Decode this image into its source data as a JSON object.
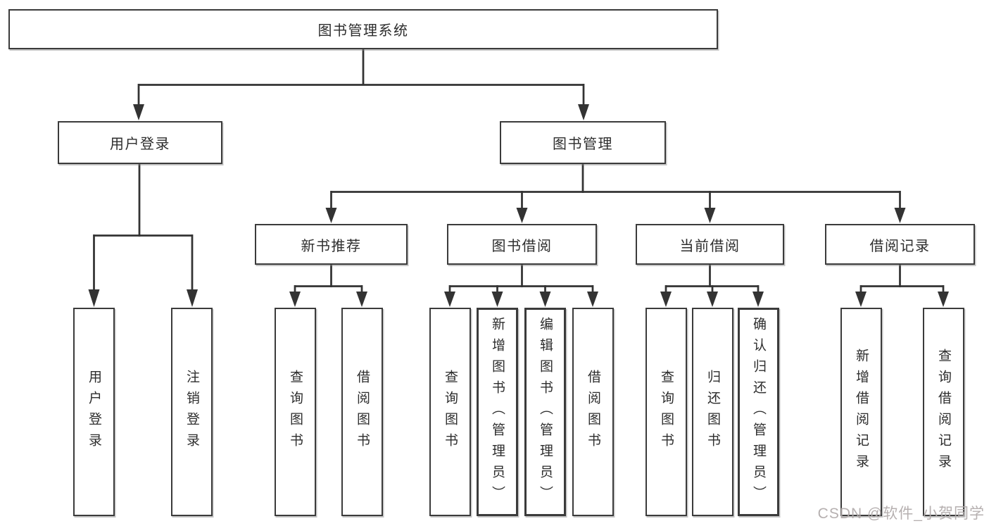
{
  "diagram": {
    "root": {
      "label": "图书管理系统"
    },
    "level2": {
      "user_login": {
        "label": "用户登录"
      },
      "book_mgmt": {
        "label": "图书管理"
      }
    },
    "level3": {
      "recommend": {
        "label": "新书推荐"
      },
      "borrowing": {
        "label": "图书借阅"
      },
      "current": {
        "label": "当前借阅"
      },
      "records": {
        "label": "借阅记录"
      }
    },
    "leaves": {
      "user": [
        "用户登录",
        "注销登录"
      ],
      "recommend": [
        "查询图书",
        "借阅图书"
      ],
      "borrowing": [
        "查询图书",
        "新增图书（管理员）",
        "编辑图书（管理员）",
        "借阅图书"
      ],
      "current": [
        "查询图书",
        "归还图书",
        "确认归还（管理员）"
      ],
      "records": [
        "新增借阅记录",
        "查询借阅记录"
      ]
    }
  },
  "watermark": {
    "text": "CSDN @软件_小贺同学",
    "color": "#b2acac"
  },
  "colors": {
    "line": "#333333",
    "border": "#3b3b3b",
    "text": "#2d2d2d",
    "background": "#ffffff"
  }
}
